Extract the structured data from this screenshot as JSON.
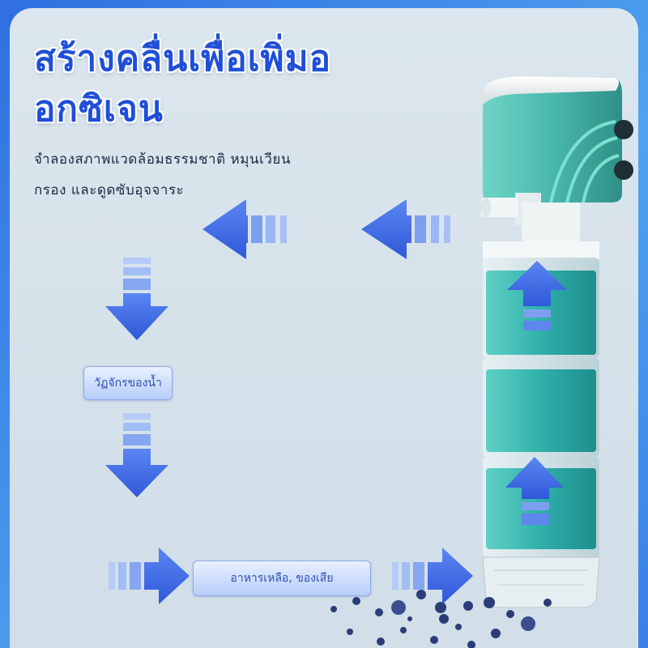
{
  "headline": {
    "line1": "สร้างคลื่นเพื่อเพิ่มอ",
    "line2": "อกซิเจน"
  },
  "description": {
    "line1": "จำลองสภาพแวดล้อมธรรมชาติ หมุนเวียน",
    "line2": "กรอง และดูดซับอุจจาระ"
  },
  "labels": {
    "water_cycle": "วัฏจักรของน้ำ",
    "waste": "อาหารเหลือ, ของเสีย"
  },
  "colors": {
    "accent": "#1f4fd8",
    "arrow": "#3f6fe8",
    "filter_body": "#5cc3b8",
    "sponge": "#2fb3b0"
  },
  "icons": [
    "arrow-left-icon",
    "arrow-down-icon",
    "arrow-right-icon",
    "arrow-up-icon"
  ]
}
